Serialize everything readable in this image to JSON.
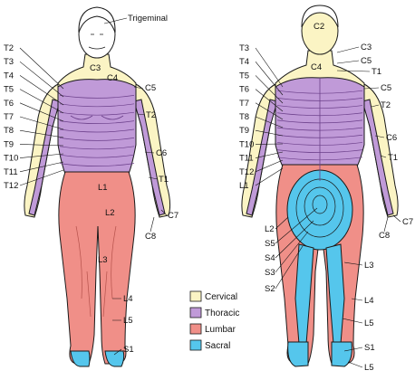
{
  "colors": {
    "cervical": "#fbf4c4",
    "thoracic": "#c09ad8",
    "lumbar": "#f08f88",
    "sacral": "#55c6ec",
    "outline": "#1a1a1a",
    "band_line": "#6b3f8a"
  },
  "front": {
    "trigeminal": "Trigeminal",
    "c3": "C3",
    "c4": "C4",
    "c5": "C5",
    "c6": "C6",
    "c7": "C7",
    "c8": "C8",
    "t1": "T1",
    "t2_arm": "T2",
    "left_labels": [
      "T2",
      "T3",
      "T4",
      "T5",
      "T6",
      "T7",
      "T8",
      "T9",
      "T10",
      "T11",
      "T12"
    ],
    "l1": "L1",
    "l2": "L2",
    "l3": "L3",
    "l4": "L4",
    "l5": "L5",
    "s1": "S1"
  },
  "back": {
    "c2": "C2",
    "c3": "C3",
    "c4": "C4",
    "c5": "C5",
    "c5_arm": "C5",
    "c6": "C6",
    "c7": "C7",
    "c8": "C8",
    "t1": "T1",
    "t1_arm": "T1",
    "t2": "T2",
    "left_labels": [
      "T3",
      "T4",
      "T5",
      "T6",
      "T7",
      "T8",
      "T9",
      "T10",
      "T11",
      "T12",
      "L1"
    ],
    "l2": "L2",
    "s5": "S5",
    "s4": "S4",
    "s3": "S3",
    "s2": "S2",
    "l3": "L3",
    "l4": "L4",
    "l5": "L5",
    "s1": "S1",
    "l5_foot": "L5"
  },
  "legend": [
    {
      "key": "cervical",
      "label": "Cervical"
    },
    {
      "key": "thoracic",
      "label": "Thoracic"
    },
    {
      "key": "lumbar",
      "label": "Lumbar"
    },
    {
      "key": "sacral",
      "label": "Sacral"
    }
  ]
}
